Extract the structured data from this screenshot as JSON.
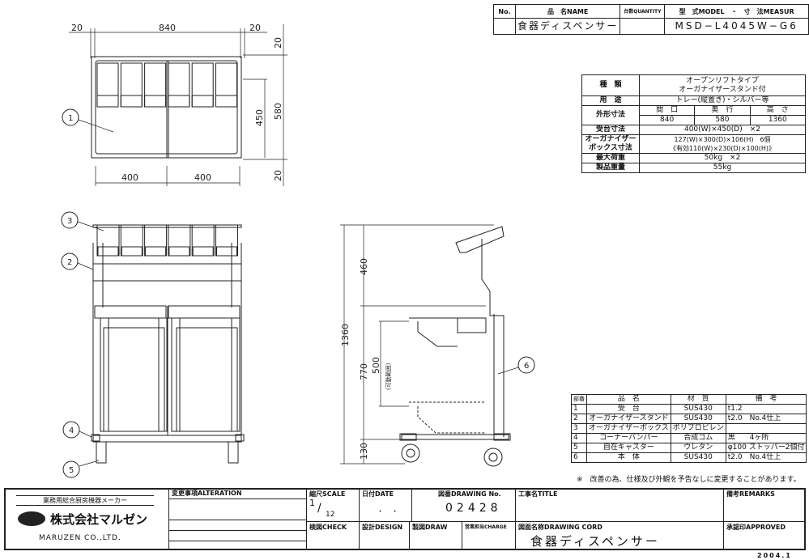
{
  "header": {
    "no_label": "No.",
    "name_label": "品　名NAME",
    "qty_label": "台数QUANTITY",
    "model_label": "型　式MODEL　・　寸　法MEASUR",
    "name": "食器ディスペンサー",
    "model": "MSD−L4045W−G6"
  },
  "spec": {
    "type_label": "種　類",
    "type_l1": "オープンリフトタイプ",
    "type_l2": "オーガナイザースタンド付",
    "use_label": "用　途",
    "use": "トレー(縦置き)・シルバー等",
    "outer_label": "外形寸法",
    "w_label": "間　口",
    "d_label": "奥　行",
    "h_label": "高　さ",
    "w": "840",
    "d": "580",
    "h": "1360",
    "tray_label": "受台寸法",
    "tray": "400(W)×450(D)　×2",
    "box_label_1": "オーガナイザー",
    "box_label_2": "ボックス寸法",
    "box_1": "127(W)×300(D)×106(H)　6個",
    "box_2": "《有効110(W)×230(D)×100(H)》",
    "load_label": "最大荷重",
    "load": "50kg　×2",
    "weight_label": "製品重量",
    "weight": "55kg"
  },
  "parts": {
    "headers": [
      "部番",
      "品　名",
      "材　質",
      "備　考"
    ],
    "rows": [
      [
        "1",
        "受　台",
        "SUS430",
        "t1.2"
      ],
      [
        "2",
        "オーガナイザースタンド",
        "SUS430",
        "t2.0　No.4仕上"
      ],
      [
        "3",
        "オーガナイザーボックス",
        "ポリプロピレン",
        ""
      ],
      [
        "4",
        "コーナーバンパー",
        "合成ゴム",
        "黒　　4ヶ所"
      ],
      [
        "5",
        "自在キャスター",
        "ウレタン",
        "φ100 ストッパー2個付"
      ],
      [
        "6",
        "本　体",
        "SUS430",
        "t2.0　No.4仕上"
      ]
    ],
    "note": "※　改善の為、仕様及び外観を予告なしに変更することがあります。"
  },
  "dims": {
    "top_20a": "20",
    "top_840": "840",
    "top_20b": "20",
    "r_20a": "20",
    "r_580": "580",
    "r_450": "450",
    "r_20b": "20",
    "b_400a": "400",
    "b_400b": "400",
    "s_1360": "1360",
    "s_460": "460",
    "s_770": "770",
    "s_130": "130",
    "s_500": "500",
    "s_range": "(可動範囲)"
  },
  "balloons": [
    "1",
    "2",
    "3",
    "4",
    "5",
    "6"
  ],
  "title_block": {
    "maker_tag": "業務用総合厨房機器メーカー",
    "company": "株式会社マルゼン",
    "company_en": "MARUZEN CO.,LTD.",
    "alteration": "変更事項ALTERATION",
    "scale_label": "縮尺SCALE",
    "scale_num": "1",
    "scale_den": "12",
    "date_label": "日付DATE",
    "date_value": "・　・",
    "drawing_no_label": "図番DRAWING No.",
    "drawing_no": "02428",
    "title_label": "工事名TITLE",
    "remarks_label": "備考REMARKS",
    "check_label": "検図CHECK",
    "design_label": "設計DESIGN",
    "draw_label": "製図DRAW",
    "charge_label": "営業担当CHARGE",
    "cord_label": "図面名称DRAWING CORD",
    "cord_value": "食器ディスペンサー",
    "approved_label": "承認印APPROVED"
  },
  "footer_date": "2004.1"
}
